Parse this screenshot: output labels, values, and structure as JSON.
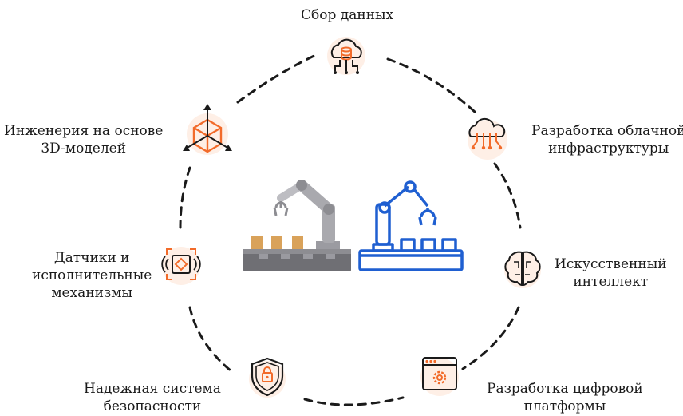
{
  "nodes": [
    {
      "id": "data-collection",
      "lines": [
        "Сбор данных"
      ],
      "icon": "cloud-database-icon"
    },
    {
      "id": "cloud-infrastructure",
      "lines": [
        "Разработка облачной",
        "инфраструктуры"
      ],
      "icon": "cloud-network-icon"
    },
    {
      "id": "ai",
      "lines": [
        "Искусственный",
        "интеллект"
      ],
      "icon": "brain-circuit-icon"
    },
    {
      "id": "digital-platform",
      "lines": [
        "Разработка цифровой",
        "платформы"
      ],
      "icon": "browser-gear-icon"
    },
    {
      "id": "security",
      "lines": [
        "Надежная система",
        "безопасности"
      ],
      "icon": "shield-lock-icon"
    },
    {
      "id": "sensors",
      "lines": [
        "Датчики и",
        "исполнительные",
        "механизмы"
      ],
      "icon": "sensor-chip-icon"
    },
    {
      "id": "3d-engineering",
      "lines": [
        "Инженерия на основе",
        "3D-моделей"
      ],
      "icon": "3d-cube-icon"
    }
  ],
  "center_icons": [
    "gray-robot-arm-icon",
    "blue-robot-arm-icon"
  ],
  "colors": {
    "accent": "#f26b2a",
    "blue": "#1f5fd1",
    "gray": "#8a8a8a",
    "line": "#1a1a1a",
    "glow": "#fde8dc"
  }
}
